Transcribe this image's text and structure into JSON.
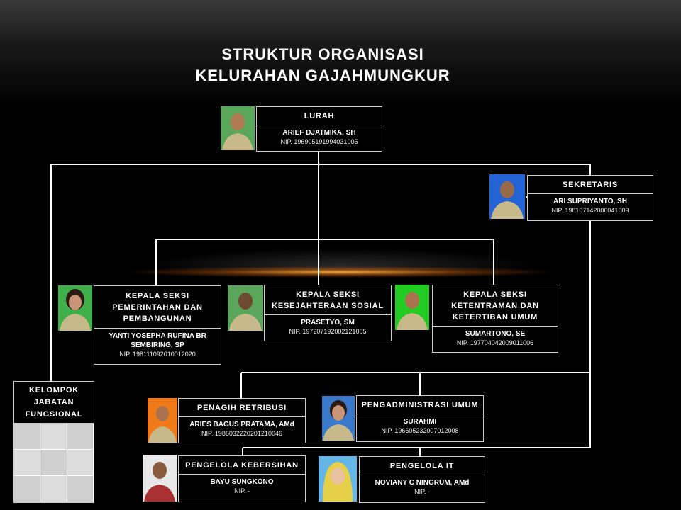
{
  "title": {
    "line1": "STRUKTUR ORGANISASI",
    "line2": "KELURAHAN GAJAHMUNGKUR"
  },
  "nodes": {
    "lurah": {
      "position": "LURAH",
      "name": "ARIEF DJATMIKA, SH",
      "nip": "NIP. 196905191994031005",
      "photo_bg": "#5aa65a"
    },
    "sekretaris": {
      "position": "SEKRETARIS",
      "name": "ARI SUPRIYANTO, SH",
      "nip": "NIP. 198107142006041009",
      "photo_bg": "#2463d6"
    },
    "kasi_pemerintahan": {
      "position": "KEPALA SEKSI PEMERINTAHAN DAN PEMBANGUNAN",
      "name": "YANTI YOSEPHA RUFINA BR SEMBIRING, SP",
      "nip": "NIP. 198111092010012020",
      "photo_bg": "#3fb04a"
    },
    "kasi_kesejahteraan": {
      "position": "KEPALA SEKSI KESEJAHTERAAN SOSIAL",
      "name": "PRASETYO, SM",
      "nip": "NIP. 197207192002121005",
      "photo_bg": "#5aa65a"
    },
    "kasi_ketentraman": {
      "position": "KEPALA SEKSI KETENTRAMAN DAN KETERTIBAN UMUM",
      "name": "SUMARTONO, SE",
      "nip": "NIP. 197704042009011006",
      "photo_bg": "#22cc22"
    },
    "penagih": {
      "position": "PENAGIH RETRIBUSI",
      "name": "ARIES BAGUS PRATAMA, AMd",
      "nip": "NIP. 1986032220201210046",
      "photo_bg": "#f07a1a"
    },
    "pengadministrasi": {
      "position": "PENGADMINISTRASI UMUM",
      "name": "SURAHMI",
      "nip": "NIP. 196605232007012008",
      "photo_bg": "#3a78c9"
    },
    "kebersihan": {
      "position": "PENGELOLA KEBERSIHAN",
      "name": "BAYU SUNGKONO",
      "nip": "NIP. -",
      "photo_bg": "#e8e8e8"
    },
    "it": {
      "position": "PENGELOLA IT",
      "name": "NOVIANY C NINGRUM, AMd",
      "nip": "NIP. -",
      "photo_bg": "#63b6e6"
    }
  },
  "fungsional": {
    "label": "KELOMPOK JABATAN FUNGSIONAL"
  },
  "colors": {
    "background": "#000000",
    "line": "#ffffff",
    "accent_glow": "#ffaa3c"
  }
}
